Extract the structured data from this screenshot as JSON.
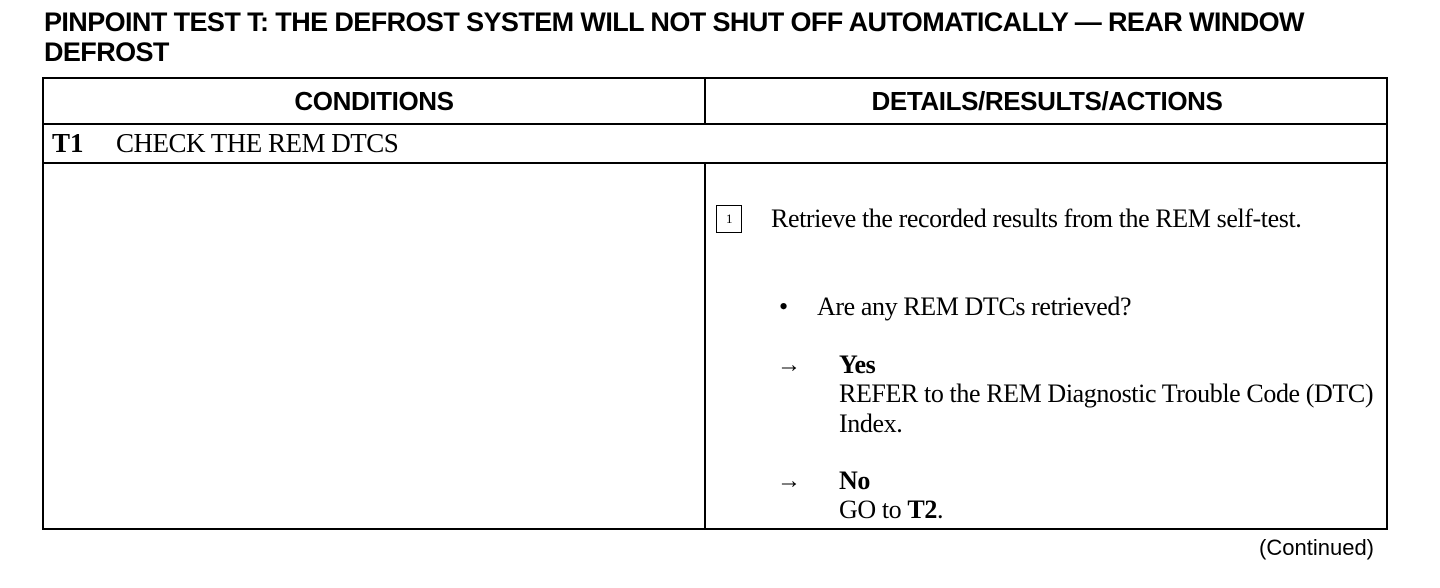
{
  "title": "PINPOINT TEST T:  THE DEFROST SYSTEM WILL NOT SHUT OFF AUTOMATICALLY — REAR WINDOW DEFROST",
  "table": {
    "headers": {
      "conditions": "CONDITIONS",
      "details": "DETAILS/RESULTS/ACTIONS"
    },
    "step": {
      "id": "T1",
      "title": "CHECK THE REM DTCS"
    },
    "actions": {
      "substep_number": "1",
      "instruction": "Retrieve the recorded results from the REM self-test.",
      "bullet": "•",
      "question": "Are any REM DTCs retrieved?",
      "arrow": "→",
      "yes": {
        "label": "Yes",
        "text": "REFER to the REM Diagnostic Trouble Code (DTC) Index."
      },
      "no": {
        "label": "No",
        "text_prefix": "GO to ",
        "target": "T2",
        "text_suffix": "."
      }
    }
  },
  "footer": {
    "continued": "(Continued)"
  }
}
